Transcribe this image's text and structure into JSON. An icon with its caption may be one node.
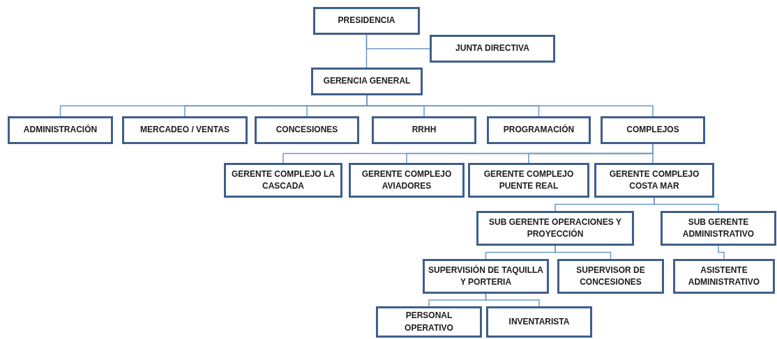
{
  "diagram": {
    "nodes": [
      {
        "text": [
          "PRESIDENCIA"
        ]
      },
      {
        "text": [
          "JUNTA DIRECTIVA"
        ]
      },
      {
        "text": [
          "GERENCIA GENERAL"
        ]
      },
      {
        "text": [
          "ADMINISTRACIÓN"
        ]
      },
      {
        "text": [
          "MERCADEO / VENTAS"
        ]
      },
      {
        "text": [
          "CONCESIONES"
        ]
      },
      {
        "text": [
          "RRHH"
        ]
      },
      {
        "text": [
          "PROGRAMACIÓN"
        ]
      },
      {
        "text": [
          "COMPLEJOS"
        ]
      },
      {
        "text": [
          "GERENTE COMPLEJO LA CASCADA"
        ]
      },
      {
        "text": [
          "GERENTE COMPLEJO AVIADORES"
        ]
      },
      {
        "text": [
          "GERENTE COMPLEJO PUENTE REAL"
        ]
      },
      {
        "text": [
          "GERENTE COMPLEJO COSTA MAR"
        ]
      },
      {
        "text": [
          "SUB GERENTE OPERACIONES Y PROYECCIÓN"
        ]
      },
      {
        "text": [
          "SUB GERENTE ADMINISTRATIVO"
        ]
      },
      {
        "text": [
          "SUPERVISIÓN DE TAQUILLA Y PORTERIA"
        ]
      },
      {
        "text": [
          "SUPERVISOR DE CONCESIONES"
        ]
      },
      {
        "text": [
          "ASISTENTE ADMINISTRATIVO"
        ]
      },
      {
        "text": [
          "PERSONAL OPERATIVO"
        ]
      },
      {
        "text": [
          "INVENTARISTA"
        ]
      }
    ],
    "edges": [
      {
        "from": 0,
        "to": 1,
        "arrow": "none"
      },
      {
        "from": 0,
        "to": 2,
        "arrow": "none"
      },
      {
        "from": 2,
        "to": 3,
        "arrow": "none"
      },
      {
        "from": 2,
        "to": 4,
        "arrow": "none"
      },
      {
        "from": 2,
        "to": 5,
        "arrow": "none"
      },
      {
        "from": 2,
        "to": 6,
        "arrow": "none"
      },
      {
        "from": 2,
        "to": 7,
        "arrow": "none"
      },
      {
        "from": 2,
        "to": 8,
        "arrow": "none"
      },
      {
        "from": 8,
        "to": 9,
        "arrow": "none"
      },
      {
        "from": 8,
        "to": 10,
        "arrow": "none"
      },
      {
        "from": 8,
        "to": 11,
        "arrow": "none"
      },
      {
        "from": 8,
        "to": 12,
        "arrow": "none"
      },
      {
        "from": 12,
        "to": 13,
        "arrow": "none"
      },
      {
        "from": 12,
        "to": 14,
        "arrow": "none"
      },
      {
        "from": 13,
        "to": 15,
        "arrow": "none"
      },
      {
        "from": 13,
        "to": 16,
        "arrow": "none"
      },
      {
        "from": 14,
        "to": 17,
        "arrow": "none"
      },
      {
        "from": 15,
        "to": 18,
        "arrow": "none"
      },
      {
        "from": 15,
        "to": 19,
        "arrow": "none"
      }
    ]
  }
}
